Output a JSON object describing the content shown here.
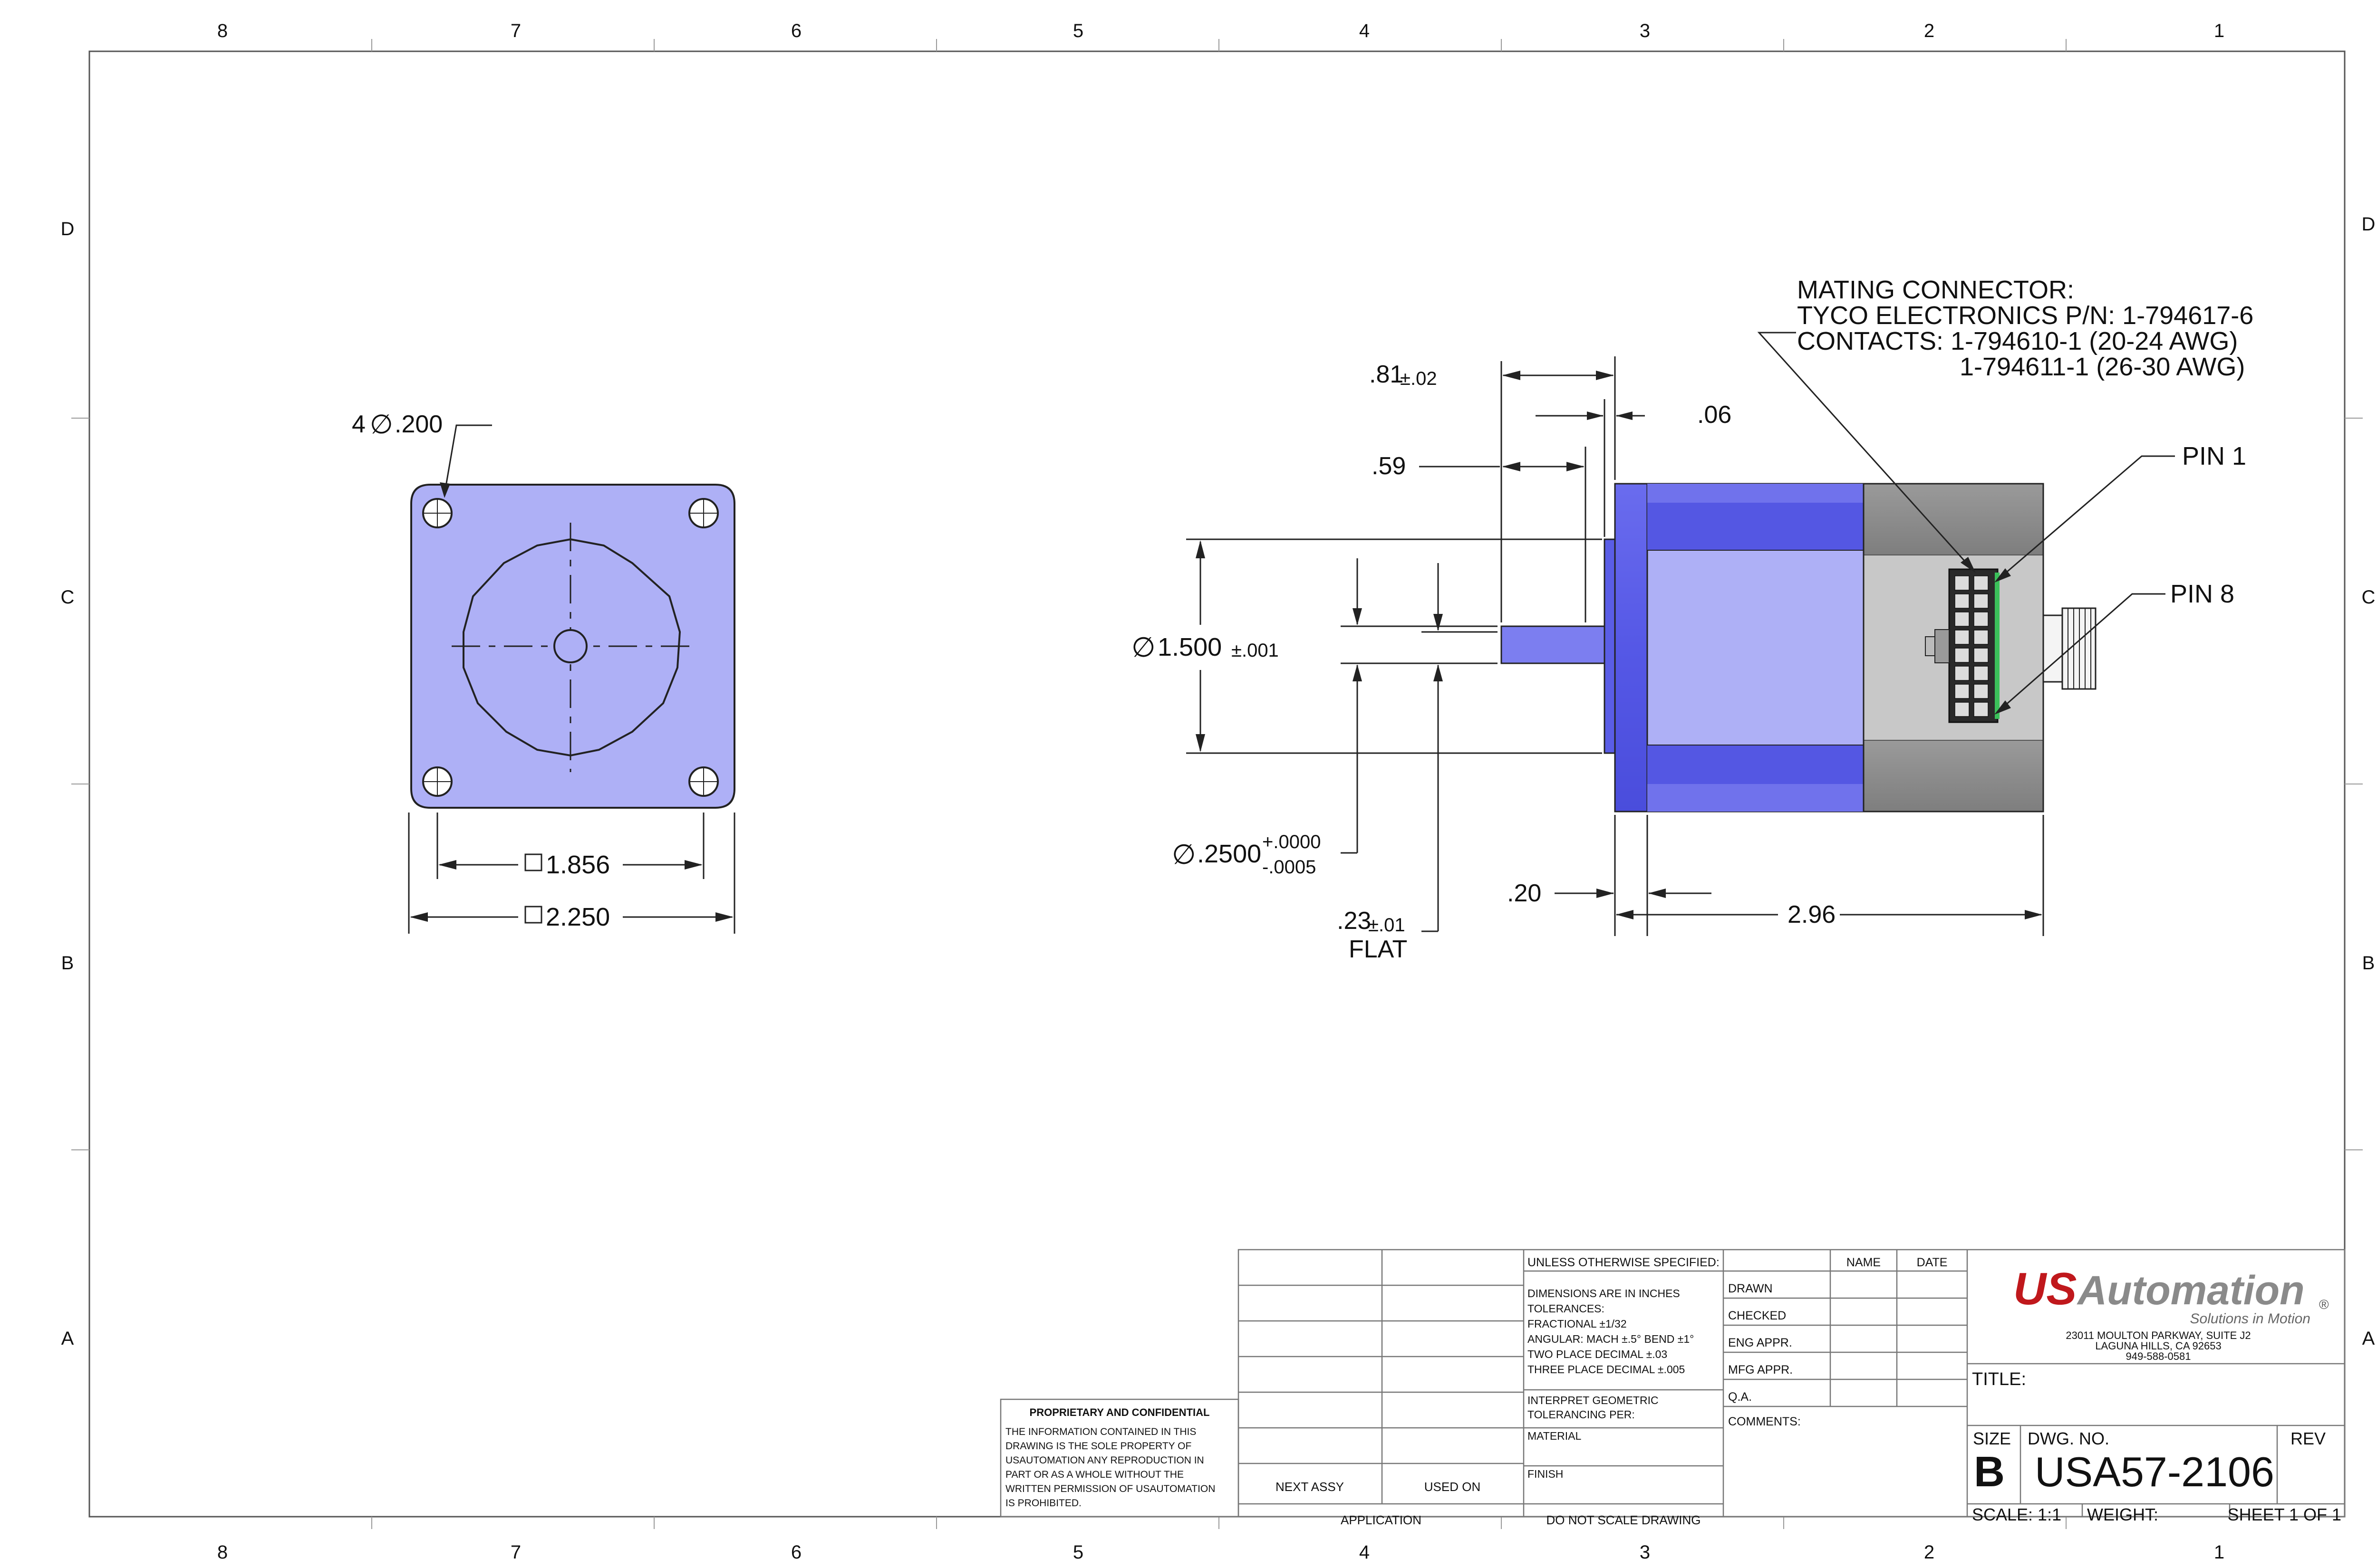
{
  "border": {
    "columns": [
      "8",
      "7",
      "6",
      "5",
      "4",
      "3",
      "2",
      "1"
    ],
    "rows": [
      "D",
      "C",
      "B",
      "A"
    ]
  },
  "front_view": {
    "hole_callout": "4",
    "hole_dia": ".200",
    "pattern_dim": "1.856",
    "size_dim": "2.250"
  },
  "side_view": {
    "dim_shaft_len": ".81",
    "dim_shaft_len_tol": "±.02",
    "dim_flat_len": ".59",
    "dim_pilot_thk": ".06",
    "dim_pilot_dia": "1.500",
    "dim_pilot_dia_tol": "±.001",
    "dim_shaft_dia": ".2500",
    "dim_shaft_tol_plus": "+.0000",
    "dim_shaft_tol_minus": "-.0005",
    "dim_flat": ".23",
    "dim_flat_tol": "±.01",
    "flat_label": "FLAT",
    "dim_flange": ".20",
    "dim_body_len": "2.96"
  },
  "connector_note": {
    "line1": "MATING CONNECTOR:",
    "line2": "TYCO ELECTRONICS P/N: 1-794617-6",
    "line3": "CONTACTS:  1-794610-1 (20-24 AWG)",
    "line4": "1-794611-1 (26-30 AWG)",
    "pin1": "PIN 1",
    "pin8": "PIN 8"
  },
  "proprietary": {
    "title": "PROPRIETARY AND CONFIDENTIAL",
    "lines": [
      "THE INFORMATION CONTAINED IN THIS",
      "DRAWING IS THE SOLE PROPERTY OF",
      "USAUTOMATION ANY REPRODUCTION IN",
      "PART OR AS A WHOLE WITHOUT THE",
      "WRITTEN PERMISSION OF USAUTOMATION",
      "IS PROHIBITED."
    ]
  },
  "title_block": {
    "next_assy": "NEXT ASSY",
    "used_on": "USED ON",
    "application": "APPLICATION",
    "unless": "UNLESS OTHERWISE SPECIFIED:",
    "tol_lines": [
      "DIMENSIONS ARE IN INCHES",
      "TOLERANCES:",
      "FRACTIONAL ±1/32",
      "ANGULAR: MACH ±.5°  BEND  ±1°",
      "TWO PLACE DECIMAL    ±.03",
      "THREE PLACE DECIMAL  ±.005"
    ],
    "interpret": [
      "INTERPRET GEOMETRIC",
      "TOLERANCING PER:"
    ],
    "material": "MATERIAL",
    "finish": "FINISH",
    "no_scale": "DO NOT SCALE DRAWING",
    "name": "NAME",
    "date": "DATE",
    "roles": [
      "DRAWN",
      "CHECKED",
      "ENG APPR.",
      "MFG APPR.",
      "Q.A."
    ],
    "comments": "COMMENTS:",
    "logo_us": "US",
    "logo_rest": "Automation",
    "logo_reg": "®",
    "tagline": "Solutions in Motion",
    "address": [
      "23011 MOULTON PARKWAY, SUITE J2",
      "LAGUNA HILLS, CA 92653",
      "949-588-0581"
    ],
    "title_label": "TITLE:",
    "size_label": "SIZE",
    "size": "B",
    "dwg_label": "DWG.  NO.",
    "dwg_no": "USA57-2106",
    "rev_label": "REV",
    "scale": "SCALE: 1:1",
    "weight": "WEIGHT:",
    "sheet": "SHEET 1 OF 1"
  },
  "colors": {
    "motor_blue": "#aeb0f6",
    "motor_blue_dark": "#5457e3",
    "rear_gray": "#c8c8c8",
    "logo_red": "#c0181c",
    "logo_gray": "#8a8a8a"
  }
}
